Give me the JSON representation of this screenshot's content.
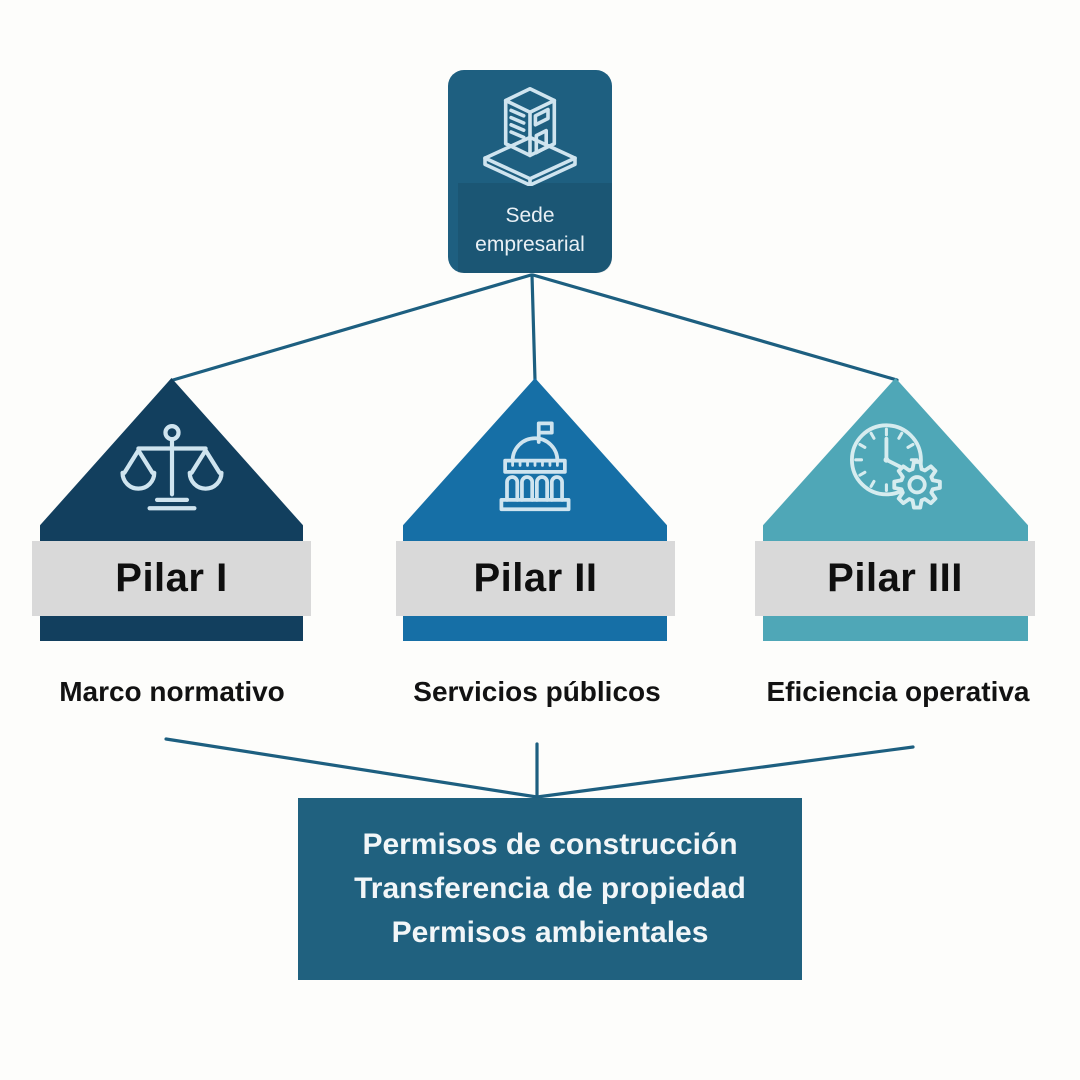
{
  "root_node": {
    "icon": "office-building-icon",
    "label_line1": "Sede",
    "label_line2": "empresarial"
  },
  "pillars": [
    {
      "title": "Pilar I",
      "subtitle": "Marco normativo",
      "icon": "justice-scales-icon",
      "fill": "#123F5E"
    },
    {
      "title": "Pilar II",
      "subtitle": "Servicios públicos",
      "icon": "government-building-icon",
      "fill": "#166FA6"
    },
    {
      "title": "Pilar III",
      "subtitle": "Eficiencia operativa",
      "icon": "clock-gear-icon",
      "fill": "#4FA7B7"
    }
  ],
  "outcome_box": {
    "line1": "Permisos de construcción",
    "line2": "Transferencia de propiedad",
    "line3": "Permisos ambientales"
  },
  "palette": {
    "background": "#FDFDFB",
    "root_box": "#1E5F80",
    "pillar_1": "#123F5E",
    "pillar_2": "#166FA6",
    "pillar_3": "#4FA7B7",
    "title_band": "#D9D9D9",
    "outcome_box": "#20617F",
    "connector_line": "#1D5F80",
    "icon_stroke": "#CFE4EF",
    "band_text": "#0F0F0F",
    "light_text": "#F2F6F8"
  }
}
